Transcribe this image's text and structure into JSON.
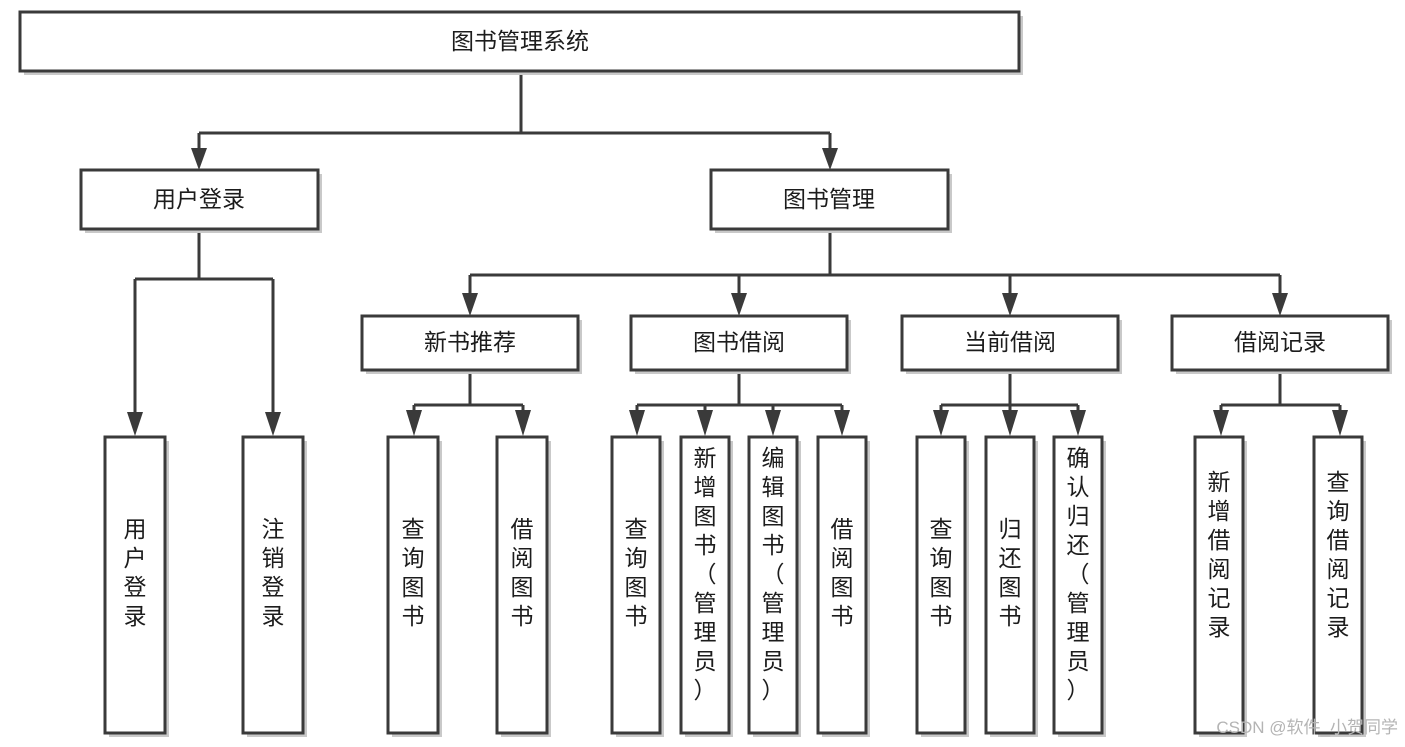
{
  "diagram": {
    "type": "tree",
    "title": "图书管理系统",
    "orientation": "top-down",
    "root": {
      "id": "root",
      "label": "图书管理系统",
      "text_orientation": "horizontal"
    },
    "level2": [
      {
        "id": "user-login",
        "label": "用户登录",
        "text_orientation": "horizontal"
      },
      {
        "id": "book-manage",
        "label": "图书管理",
        "text_orientation": "horizontal"
      }
    ],
    "level3": [
      {
        "id": "new-book-recommend",
        "label": "新书推荐",
        "parent": "book-manage",
        "text_orientation": "horizontal"
      },
      {
        "id": "book-borrow",
        "label": "图书借阅",
        "parent": "book-manage",
        "text_orientation": "horizontal"
      },
      {
        "id": "current-borrow",
        "label": "当前借阅",
        "parent": "book-manage",
        "text_orientation": "horizontal"
      },
      {
        "id": "borrow-record",
        "label": "借阅记录",
        "parent": "book-manage",
        "text_orientation": "horizontal"
      }
    ],
    "leaves": [
      {
        "id": "leaf-user-login",
        "label": "用户登录",
        "parent": "user-login",
        "text_orientation": "vertical"
      },
      {
        "id": "leaf-user-logout",
        "label": "注销登录",
        "parent": "user-login",
        "text_orientation": "vertical"
      },
      {
        "id": "leaf-query-book-1",
        "label": "查询图书",
        "parent": "new-book-recommend",
        "text_orientation": "vertical"
      },
      {
        "id": "leaf-borrow-book-1",
        "label": "借阅图书",
        "parent": "new-book-recommend",
        "text_orientation": "vertical"
      },
      {
        "id": "leaf-query-book-2",
        "label": "查询图书",
        "parent": "book-borrow",
        "text_orientation": "vertical"
      },
      {
        "id": "leaf-add-book",
        "label": "新增图书（管理员）",
        "parent": "book-borrow",
        "text_orientation": "vertical"
      },
      {
        "id": "leaf-edit-book",
        "label": "编辑图书（管理员）",
        "parent": "book-borrow",
        "text_orientation": "vertical"
      },
      {
        "id": "leaf-borrow-book-2",
        "label": "借阅图书",
        "parent": "book-borrow",
        "text_orientation": "vertical"
      },
      {
        "id": "leaf-query-book-3",
        "label": "查询图书",
        "parent": "current-borrow",
        "text_orientation": "vertical"
      },
      {
        "id": "leaf-return-book",
        "label": "归还图书",
        "parent": "current-borrow",
        "text_orientation": "vertical"
      },
      {
        "id": "leaf-confirm-return",
        "label": "确认归还（管理员）",
        "parent": "current-borrow",
        "text_orientation": "vertical"
      },
      {
        "id": "leaf-add-record",
        "label": "新增借阅记录",
        "parent": "borrow-record",
        "text_orientation": "vertical"
      },
      {
        "id": "leaf-query-record",
        "label": "查询借阅记录",
        "parent": "borrow-record",
        "text_orientation": "vertical"
      }
    ],
    "colors": {
      "box_fill": "#ffffff",
      "box_stroke": "#3a3a3a",
      "text": "#1c1c1c",
      "shadow": "#c9c9c9",
      "background": "#ffffff",
      "watermark": "#b4b4b4"
    }
  },
  "watermark": {
    "text": "CSDN @软件_小贺同学"
  }
}
